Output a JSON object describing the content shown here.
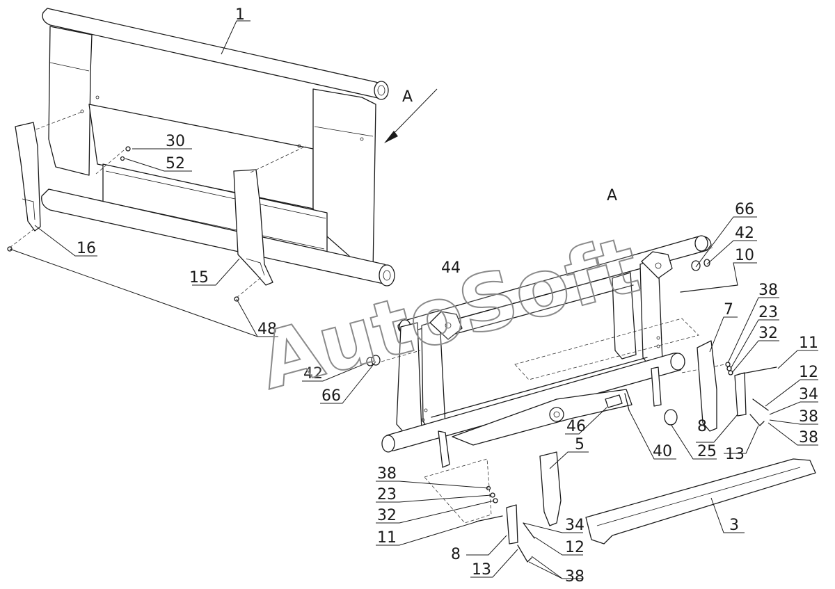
{
  "diagram": {
    "watermark": "AutoSoft",
    "view_arrow_label": "A",
    "view_title": "A",
    "callouts": [
      {
        "id": "c1",
        "text": "1"
      },
      {
        "id": "c30",
        "text": "30"
      },
      {
        "id": "c52",
        "text": "52"
      },
      {
        "id": "c16",
        "text": "16"
      },
      {
        "id": "c15",
        "text": "15"
      },
      {
        "id": "c48",
        "text": "48"
      },
      {
        "id": "c66a",
        "text": "66"
      },
      {
        "id": "c42a",
        "text": "42"
      },
      {
        "id": "c10",
        "text": "10"
      },
      {
        "id": "c44",
        "text": "44"
      },
      {
        "id": "c38a",
        "text": "38"
      },
      {
        "id": "c7",
        "text": "7"
      },
      {
        "id": "c23a",
        "text": "23"
      },
      {
        "id": "c32a",
        "text": "32"
      },
      {
        "id": "c11a",
        "text": "11"
      },
      {
        "id": "c12a",
        "text": "12"
      },
      {
        "id": "c34a",
        "text": "34"
      },
      {
        "id": "c38b",
        "text": "38"
      },
      {
        "id": "c38c",
        "text": "38"
      },
      {
        "id": "c13a",
        "text": "13"
      },
      {
        "id": "c8a",
        "text": "8"
      },
      {
        "id": "c42b",
        "text": "42"
      },
      {
        "id": "c66b",
        "text": "66"
      },
      {
        "id": "c46",
        "text": "46"
      },
      {
        "id": "c40",
        "text": "40"
      },
      {
        "id": "c25",
        "text": "25"
      },
      {
        "id": "c5",
        "text": "5"
      },
      {
        "id": "c38d",
        "text": "38"
      },
      {
        "id": "c23b",
        "text": "23"
      },
      {
        "id": "c32b",
        "text": "32"
      },
      {
        "id": "c11b",
        "text": "11"
      },
      {
        "id": "c8b",
        "text": "8"
      },
      {
        "id": "c34b",
        "text": "34"
      },
      {
        "id": "c12b",
        "text": "12"
      },
      {
        "id": "c3",
        "text": "3"
      },
      {
        "id": "c13b",
        "text": "13"
      },
      {
        "id": "c38e",
        "text": "38"
      }
    ]
  }
}
